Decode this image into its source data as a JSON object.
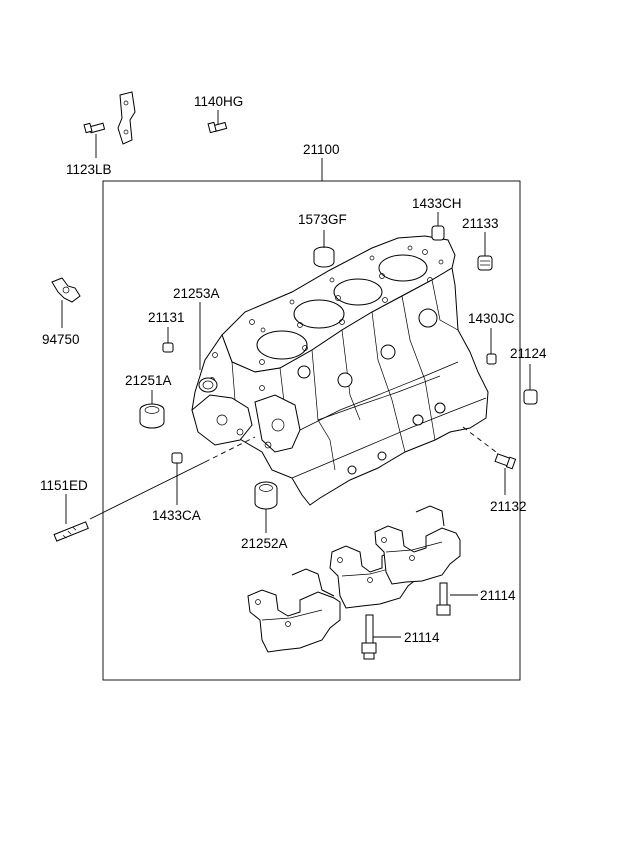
{
  "labels": {
    "l1123LB": "1123LB",
    "l1140HG": "1140HG",
    "l21100": "21100",
    "l1573GF": "1573GF",
    "l1433CH": "1433CH",
    "l21133": "21133",
    "l94750": "94750",
    "l21253A": "21253A",
    "l21131": "21131",
    "l1430JC": "1430JC",
    "l21124": "21124",
    "l21251A": "21251A",
    "l1151ED": "1151ED",
    "l1433CA": "1433CA",
    "l21252A": "21252A",
    "l21132": "21132",
    "l21114a": "21114",
    "l21114b": "21114"
  }
}
